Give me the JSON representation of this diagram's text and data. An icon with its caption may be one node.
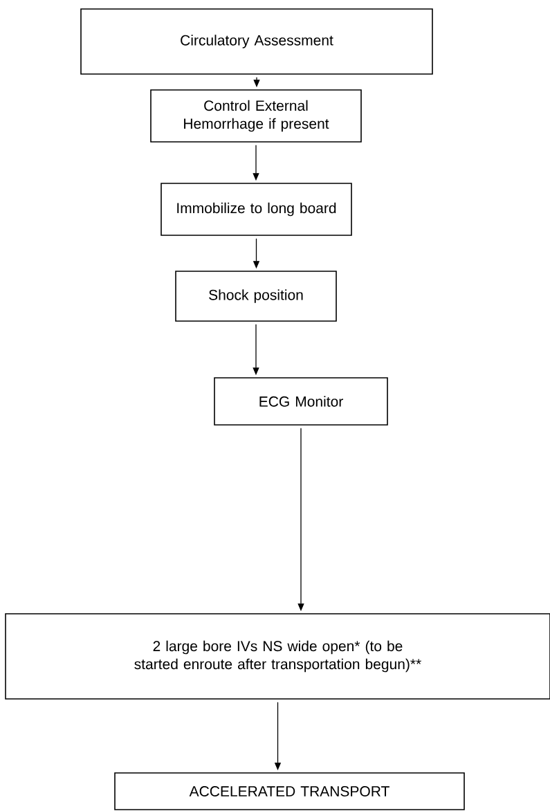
{
  "diagram": {
    "nodes": [
      {
        "text": [
          "Circulatory Assessment"
        ]
      },
      {
        "text": [
          "Control External Hemorrhage if present"
        ]
      },
      {
        "text": [
          "Immobilize to long board"
        ]
      },
      {
        "text": [
          "Shock position"
        ]
      },
      {
        "text": [
          "ECG Monitor"
        ]
      },
      {
        "text": [
          "2 large bore IVs NS wide open* (to be started enroute after transportation begun)**"
        ]
      },
      {
        "text": [
          "ACCELERATED TRANSPORT"
        ]
      }
    ],
    "edges": [
      {
        "from": 0,
        "to": 1,
        "arrow": "to"
      },
      {
        "from": 1,
        "to": 2,
        "arrow": "to"
      },
      {
        "from": 2,
        "to": 3,
        "arrow": "to"
      },
      {
        "from": 3,
        "to": 4,
        "arrow": "to"
      },
      {
        "from": 4,
        "to": 5,
        "arrow": "to"
      },
      {
        "from": 5,
        "to": 6,
        "arrow": "to"
      }
    ]
  }
}
